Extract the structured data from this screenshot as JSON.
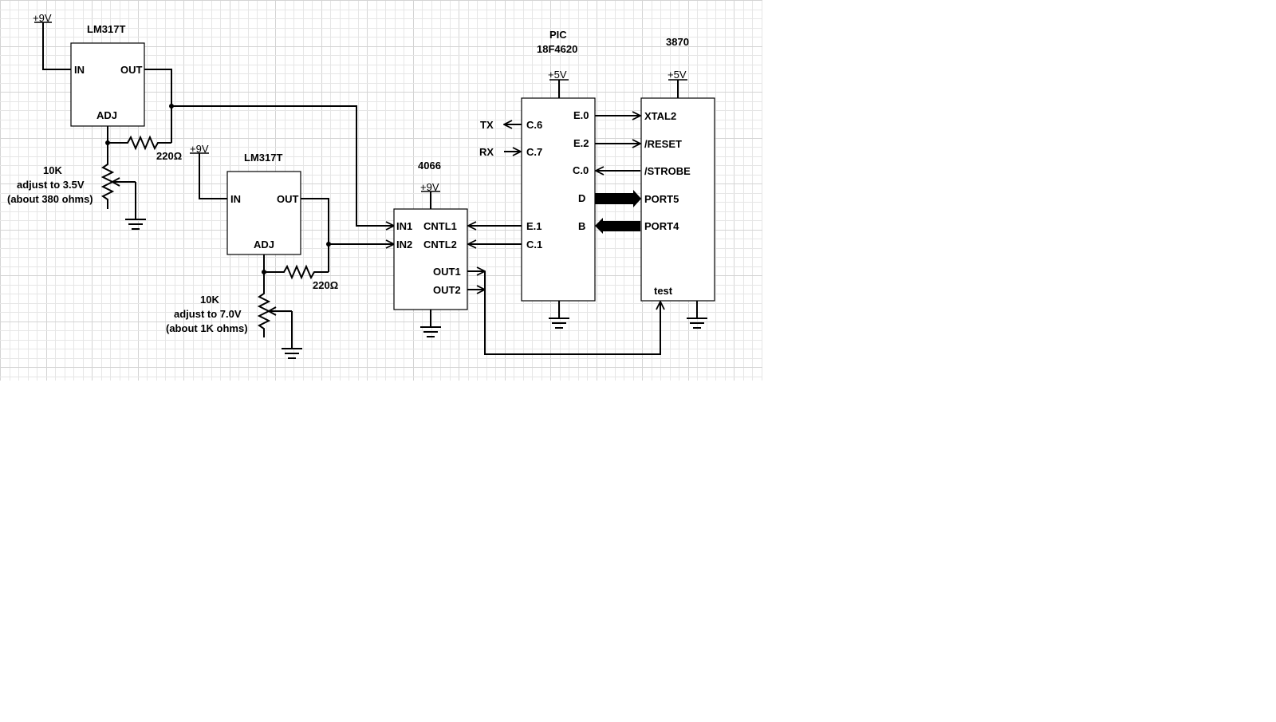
{
  "supplies": {
    "plus9v": "+9V",
    "plus5v": "+5V"
  },
  "regulator1": {
    "title": "LM317T",
    "pin_in": "IN",
    "pin_out": "OUT",
    "pin_adj": "ADJ",
    "resistor": "220Ω",
    "pot_value": "10K",
    "pot_note1": "adjust to 3.5V",
    "pot_note2": "(about 380 ohms)"
  },
  "regulator2": {
    "title": "LM317T",
    "pin_in": "IN",
    "pin_out": "OUT",
    "pin_adj": "ADJ",
    "resistor": "220Ω",
    "pot_value": "10K",
    "pot_note1": "adjust to 7.0V",
    "pot_note2": "(about 1K ohms)"
  },
  "switch_ic": {
    "title": "4066",
    "pin_in1": "IN1",
    "pin_in2": "IN2",
    "pin_cntl1": "CNTL1",
    "pin_cntl2": "CNTL2",
    "pin_out1": "OUT1",
    "pin_out2": "OUT2"
  },
  "pic": {
    "title_line1": "PIC",
    "title_line2": "18F4620",
    "pin_c6": "C.6",
    "pin_c7": "C.7",
    "pin_e0": "E.0",
    "pin_e2": "E.2",
    "pin_c0": "C.0",
    "pin_d": "D",
    "pin_e1": "E.1",
    "pin_b": "B",
    "pin_c1": "C.1",
    "tx": "TX",
    "rx": "RX"
  },
  "target": {
    "title": "3870",
    "pin_xtal2": "XTAL2",
    "pin_reset": "/RESET",
    "pin_strobe": "/STROBE",
    "pin_port5": "PORT5",
    "pin_port4": "PORT4",
    "pin_test": "test"
  }
}
